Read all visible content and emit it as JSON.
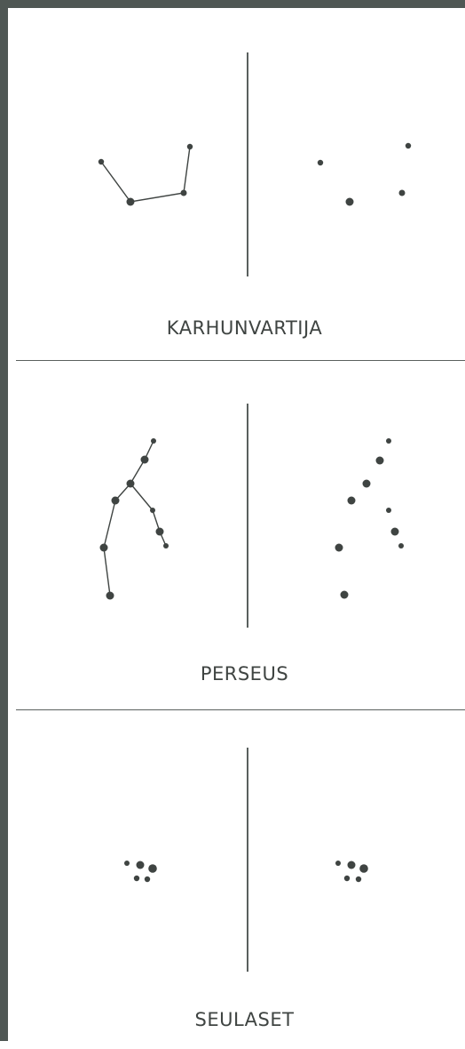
{
  "colors": {
    "frame": "#4f5754",
    "ink": "#3f4442",
    "line": "#5a605e",
    "background": "#ffffff"
  },
  "constellations": [
    {
      "name": "KARHUNVARTIJA"
    },
    {
      "name": "PERSEUS"
    },
    {
      "name": "SEULASET"
    }
  ]
}
